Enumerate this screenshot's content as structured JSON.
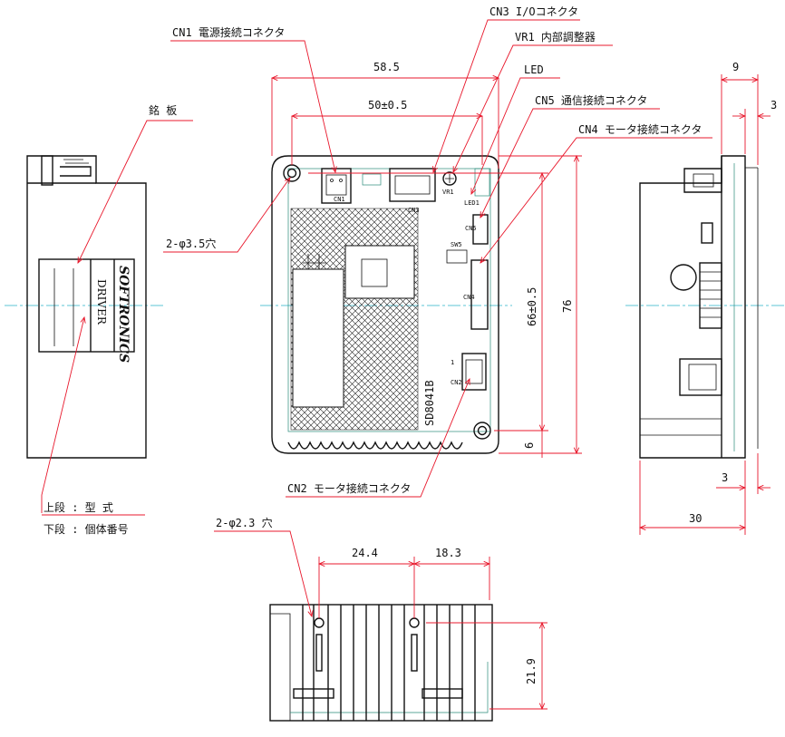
{
  "labels": {
    "cn1": "CN1 電源接続コネクタ",
    "cn3": "CN3 I/Oコネクタ",
    "vr1": "VR1 内部調整器",
    "led": "LED",
    "cn5": "CN5 通信接続コネクタ",
    "cn4": "CN4 モータ接続コネクタ",
    "cn2": "CN2 モータ接続コネクタ",
    "nameplate": "銘 板",
    "hole_main": "2-φ3.5穴",
    "hole_bottom": "2-φ2.3 穴",
    "upper_row": "上段 : 型 式",
    "lower_row": "下段 : 個体番号"
  },
  "dimensions": {
    "width_total": "58.5",
    "hole_pitch_h": "50±0.5",
    "hole_pitch_v": "66±0.5",
    "height_total": "76",
    "bottom_offset": "6",
    "side_depth": "9",
    "side_plate": "3",
    "side_bottom": "3",
    "side_width": "30",
    "bottom_left": "24.4",
    "bottom_right": "18.3",
    "bottom_height": "21.9"
  },
  "nameplate": {
    "brand": "SOFTRONICS",
    "product": "DRIVER"
  },
  "board": {
    "model": "SD8041B",
    "cn1_tag": "CN1",
    "cn3_tag": "CN3",
    "vr1_tag": "VR1",
    "led_tag": "LED1",
    "cn5_tag": "CN5",
    "sw_tag": "SW5",
    "cn4_tag": "CN4",
    "cn2_tag": "CN2",
    "pin1": "1"
  }
}
